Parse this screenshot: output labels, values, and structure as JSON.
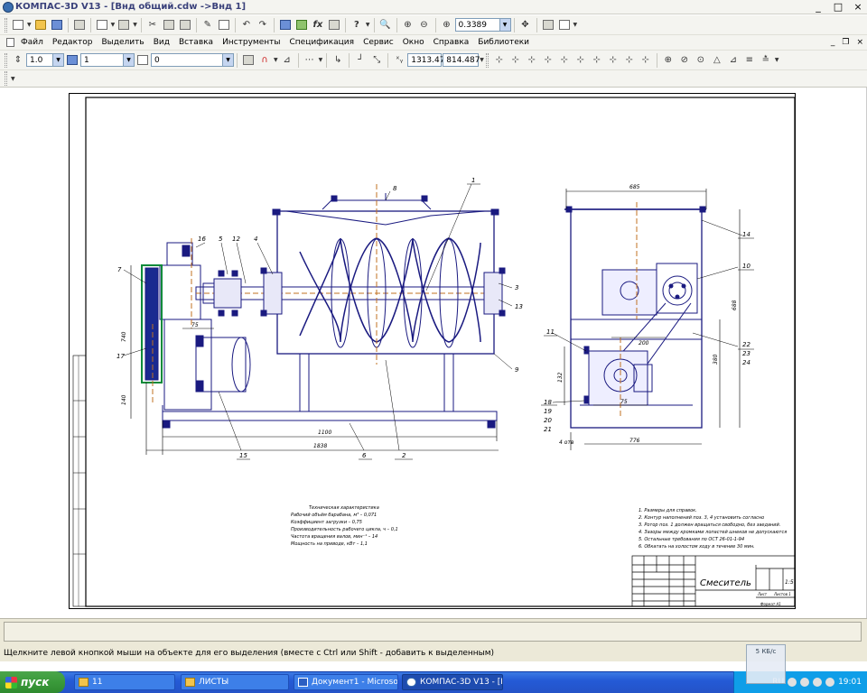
{
  "window": {
    "app_title": "КОМПАС-3D V13",
    "separator": " - ",
    "doc_title": "[Внд общий.cdw ->Внд 1]",
    "minimize": "_",
    "maximize": "□",
    "close": "×"
  },
  "toolbar1": {
    "zoom_value": "0.3389"
  },
  "menu": {
    "items": [
      "Файл",
      "Редактор",
      "Выделить",
      "Вид",
      "Вставка",
      "Инструменты",
      "Спецификация",
      "Сервис",
      "Окно",
      "Справка",
      "Библиотеки"
    ]
  },
  "toolbar3": {
    "step_value": "1.0",
    "layer_value": "1",
    "style_value": "0",
    "coord_x": "1313.47",
    "coord_y": "814.487"
  },
  "drawing": {
    "dims": {
      "overall_length": "1838",
      "base_length": "1100",
      "side_width": "685",
      "side_height": "688",
      "side_inner": "380",
      "bottom_width": "776",
      "motor_offset": "75",
      "side_dim_1": "200",
      "side_dim_2": "75",
      "side_left_height": "132",
      "left_height_1": "740",
      "left_height_2": "140",
      "small_dims": "4 отв"
    },
    "balloons": [
      "1",
      "2",
      "3",
      "4",
      "5",
      "6",
      "7",
      "8",
      "9",
      "10",
      "11",
      "12",
      "13",
      "14",
      "15",
      "16",
      "17",
      "18",
      "19",
      "20",
      "21",
      "22",
      "23",
      "24"
    ],
    "tech_title": "Техническая характеристика",
    "tech_lines": [
      "Рабочий объём барабана, м³ – 0,071",
      "Коэффициент загрузки – 0,75",
      "Производительность рабочего цикла, ч – 0,1",
      "Частота вращения валов, мин⁻¹ – 14",
      "Мощность на приводе, кВт – 1,1"
    ],
    "notes": [
      "1. Размеры для справок.",
      "2. Контур наполнений поз. 3, 4 установить согласно",
      "3. Ротор поз. 1 должен вращаться свободно, без заеданий.",
      "4. Зазоры между кромками лопастей шнеков не допускаются",
      "5. Остальные требования по ОСТ 26-01-1-94",
      "6. Обкатать на холостом ходу в течение 30 мин."
    ],
    "title_block": {
      "name": "Смеситель",
      "mass": "",
      "scale": "1:5",
      "sheet": "Лист",
      "sheets": "Листов 1",
      "format": "Формат А1"
    }
  },
  "statusbar": {
    "message": "Щелкните левой кнопкой мыши на объекте для его выделения (вместе с Ctrl или Shift - добавить к выделенным)"
  },
  "taskbar": {
    "start_label": "пуск",
    "buttons": [
      {
        "label": "11"
      },
      {
        "label": "ЛИСТЫ"
      },
      {
        "label": "Документ1 - Microso..."
      },
      {
        "label": "КОМПАС-3D V13 - [В..."
      }
    ],
    "lang": "RU",
    "clock": "19:01"
  },
  "widget": {
    "label": "5 КБ/с"
  }
}
